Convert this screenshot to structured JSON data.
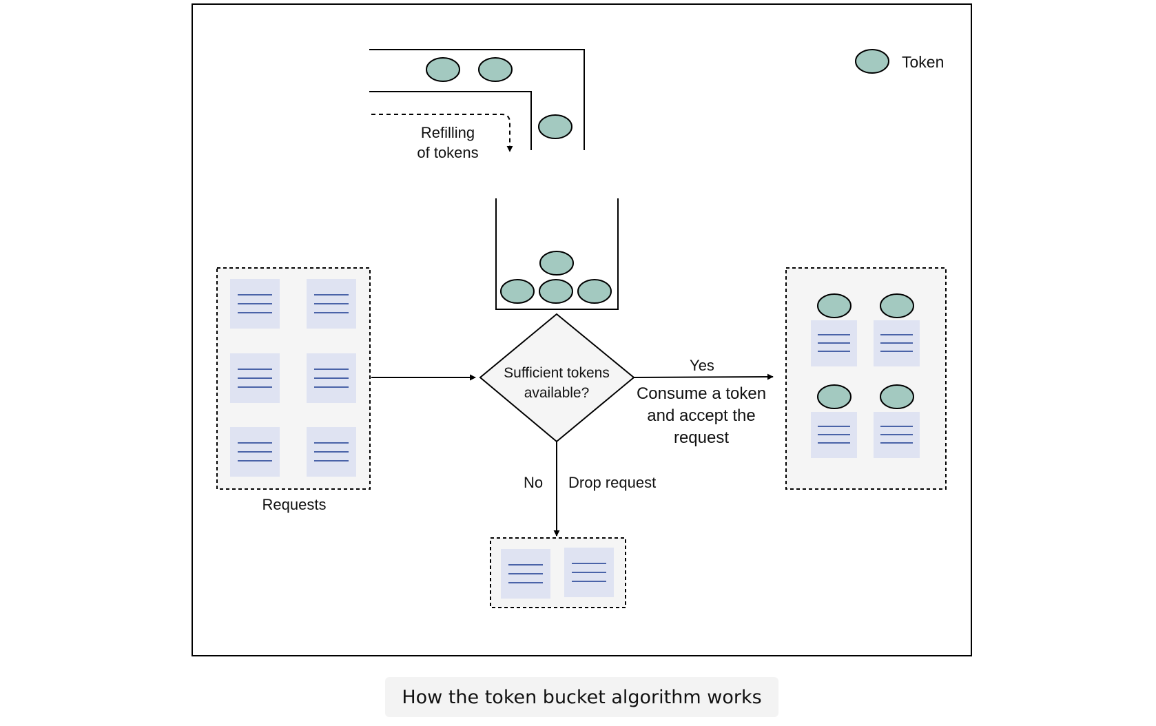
{
  "legend": {
    "token_label": "Token"
  },
  "refill": {
    "line1": "Refilling",
    "line2": "of tokens"
  },
  "requests": {
    "label": "Requests",
    "count": 6
  },
  "decision": {
    "line1": "Sufficient tokens",
    "line2": "available?"
  },
  "yes_branch": {
    "label": "Yes",
    "action_line1": "Consume a token",
    "action_line2": "and accept the",
    "action_line3": "request",
    "accepted_count": 4
  },
  "no_branch": {
    "label": "No",
    "action": "Drop request",
    "dropped_count": 2
  },
  "caption": "How the token bucket algorithm works",
  "colors": {
    "token_fill": "#a3c9c0",
    "document_fill": "#dfe3f2",
    "document_lines": "#4a63a8",
    "group_fill": "#f5f5f5",
    "stroke": "#000000"
  }
}
